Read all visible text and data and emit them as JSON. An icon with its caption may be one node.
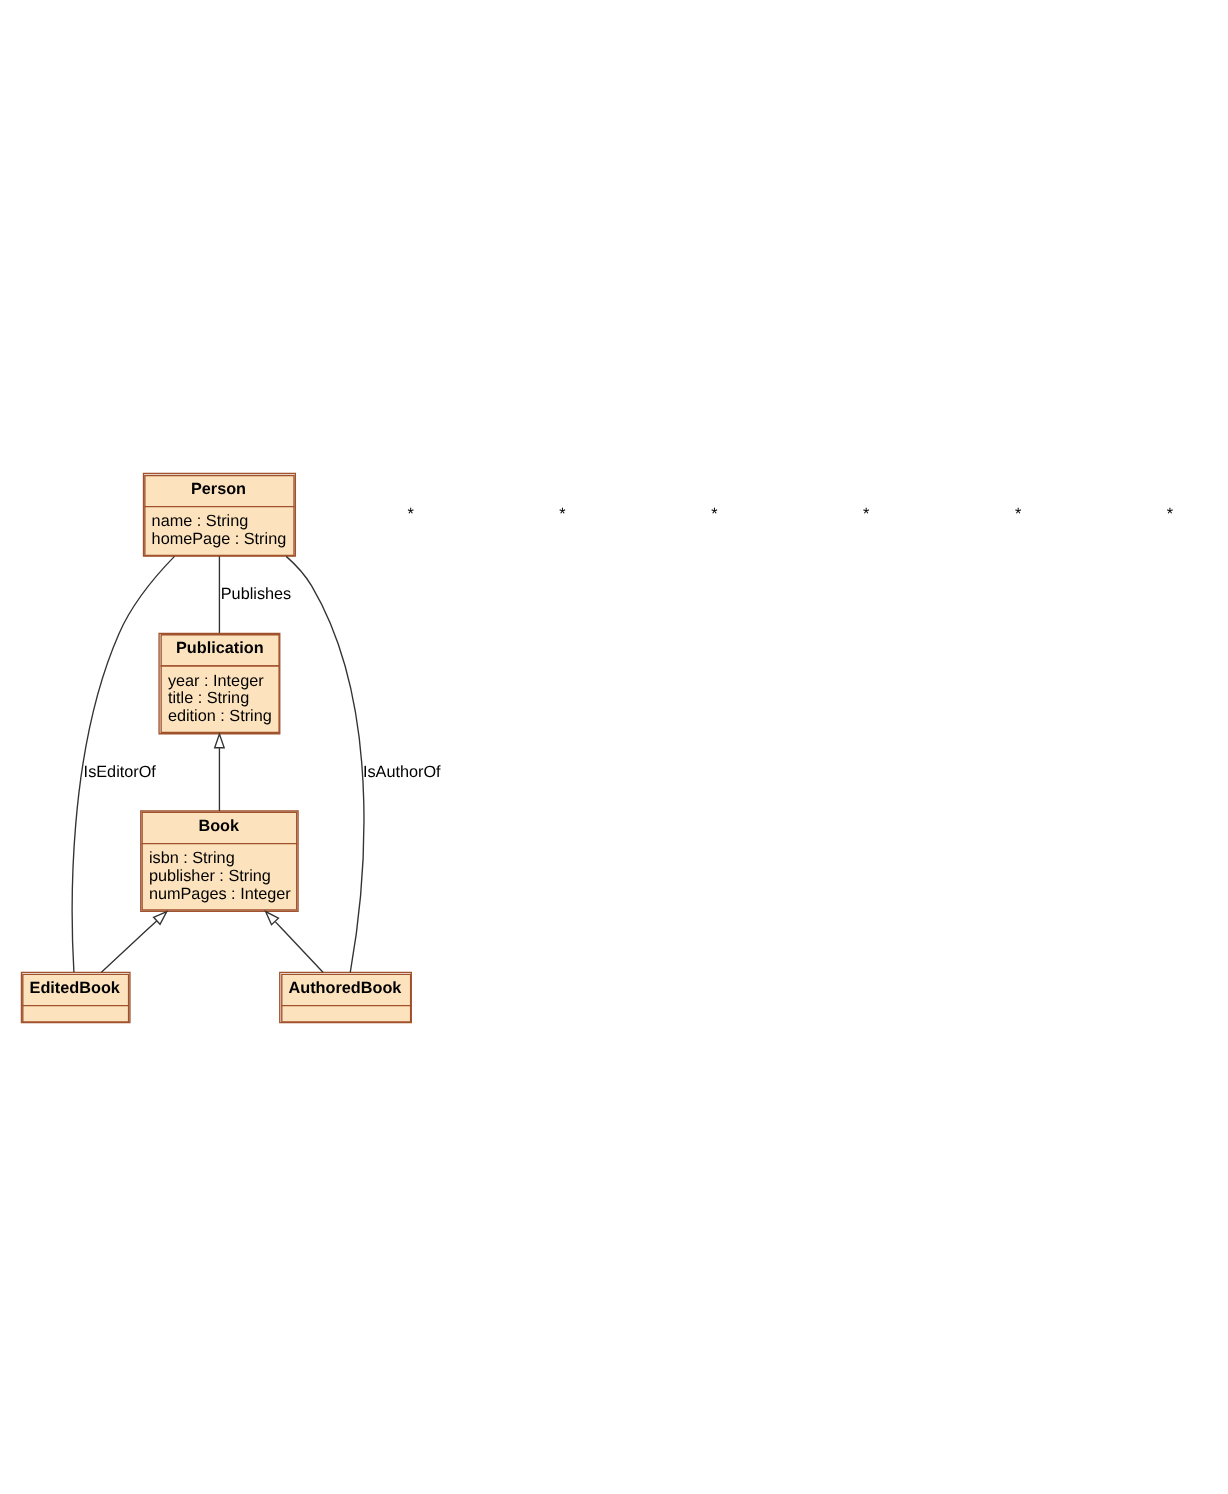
{
  "diagram": {
    "nodes": [
      {
        "text": [
          "Person",
          "name : String",
          "homePage : String"
        ]
      },
      {
        "text": [
          "Publication",
          "year : Integer",
          "title : String",
          "edition : String"
        ]
      },
      {
        "text": [
          "Book",
          "isbn : String",
          "publisher : String",
          "numPages : Integer"
        ]
      },
      {
        "text": [
          "EditedBook"
        ]
      },
      {
        "text": [
          "AuthoredBook"
        ]
      }
    ],
    "edges": [
      {
        "from": 0,
        "to": 1,
        "arrow": "none",
        "label": "Publishes"
      },
      {
        "from": 2,
        "to": 1,
        "arrow": "to"
      },
      {
        "from": 3,
        "to": 2,
        "arrow": "to"
      },
      {
        "from": 4,
        "to": 2,
        "arrow": "to"
      },
      {
        "from": 0,
        "to": 3,
        "arrow": "none",
        "label": "IsEditorOf"
      },
      {
        "from": 0,
        "to": 4,
        "arrow": "none",
        "label": "IsAuthorOf"
      }
    ],
    "labels": [
      "*",
      "*",
      "*",
      "*",
      "*",
      "*"
    ]
  }
}
